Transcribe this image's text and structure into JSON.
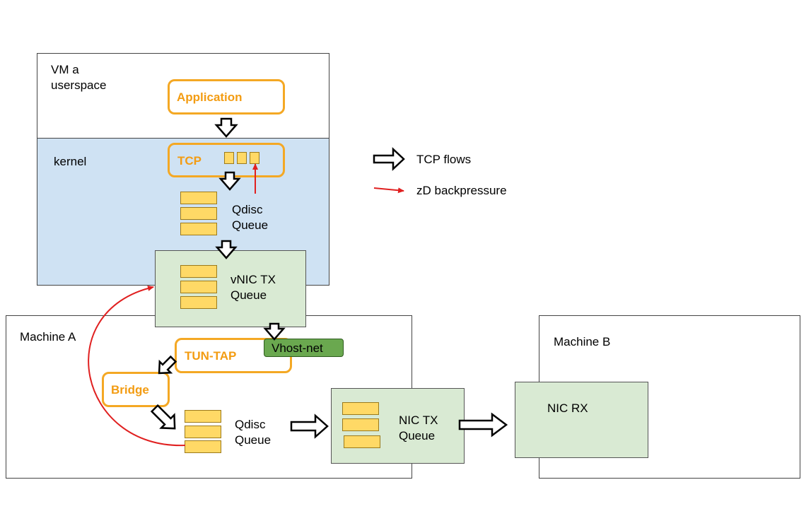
{
  "vm": {
    "title": "VM a\nuserspace",
    "kernel_label": "kernel"
  },
  "application": {
    "label": "Application"
  },
  "tcp": {
    "label": "TCP"
  },
  "qdisc_vm": {
    "label": "Qdisc\nQueue"
  },
  "vnic": {
    "label": "vNIC TX\nQueue"
  },
  "legend": {
    "tcp_flows": "TCP flows",
    "backpressure": "zD backpressure"
  },
  "machine_a": {
    "title": "Machine A"
  },
  "tuntap": {
    "label": "TUN-TAP"
  },
  "vhost": {
    "label": "Vhost-net"
  },
  "bridge": {
    "label": "Bridge"
  },
  "qdisc_host": {
    "label": "Qdisc\nQueue"
  },
  "nic_tx": {
    "label": "NIC TX\nQueue"
  },
  "machine_b": {
    "title": "Machine B"
  },
  "nic_rx": {
    "label": "NIC RX"
  },
  "colors": {
    "kernel_bg": "#cfe2f3",
    "vnic_bg": "#d9ead3",
    "orange": "#f4a824",
    "queue": "#ffd966",
    "vhost": "#6aa84f",
    "backpressure": "#e02020"
  }
}
